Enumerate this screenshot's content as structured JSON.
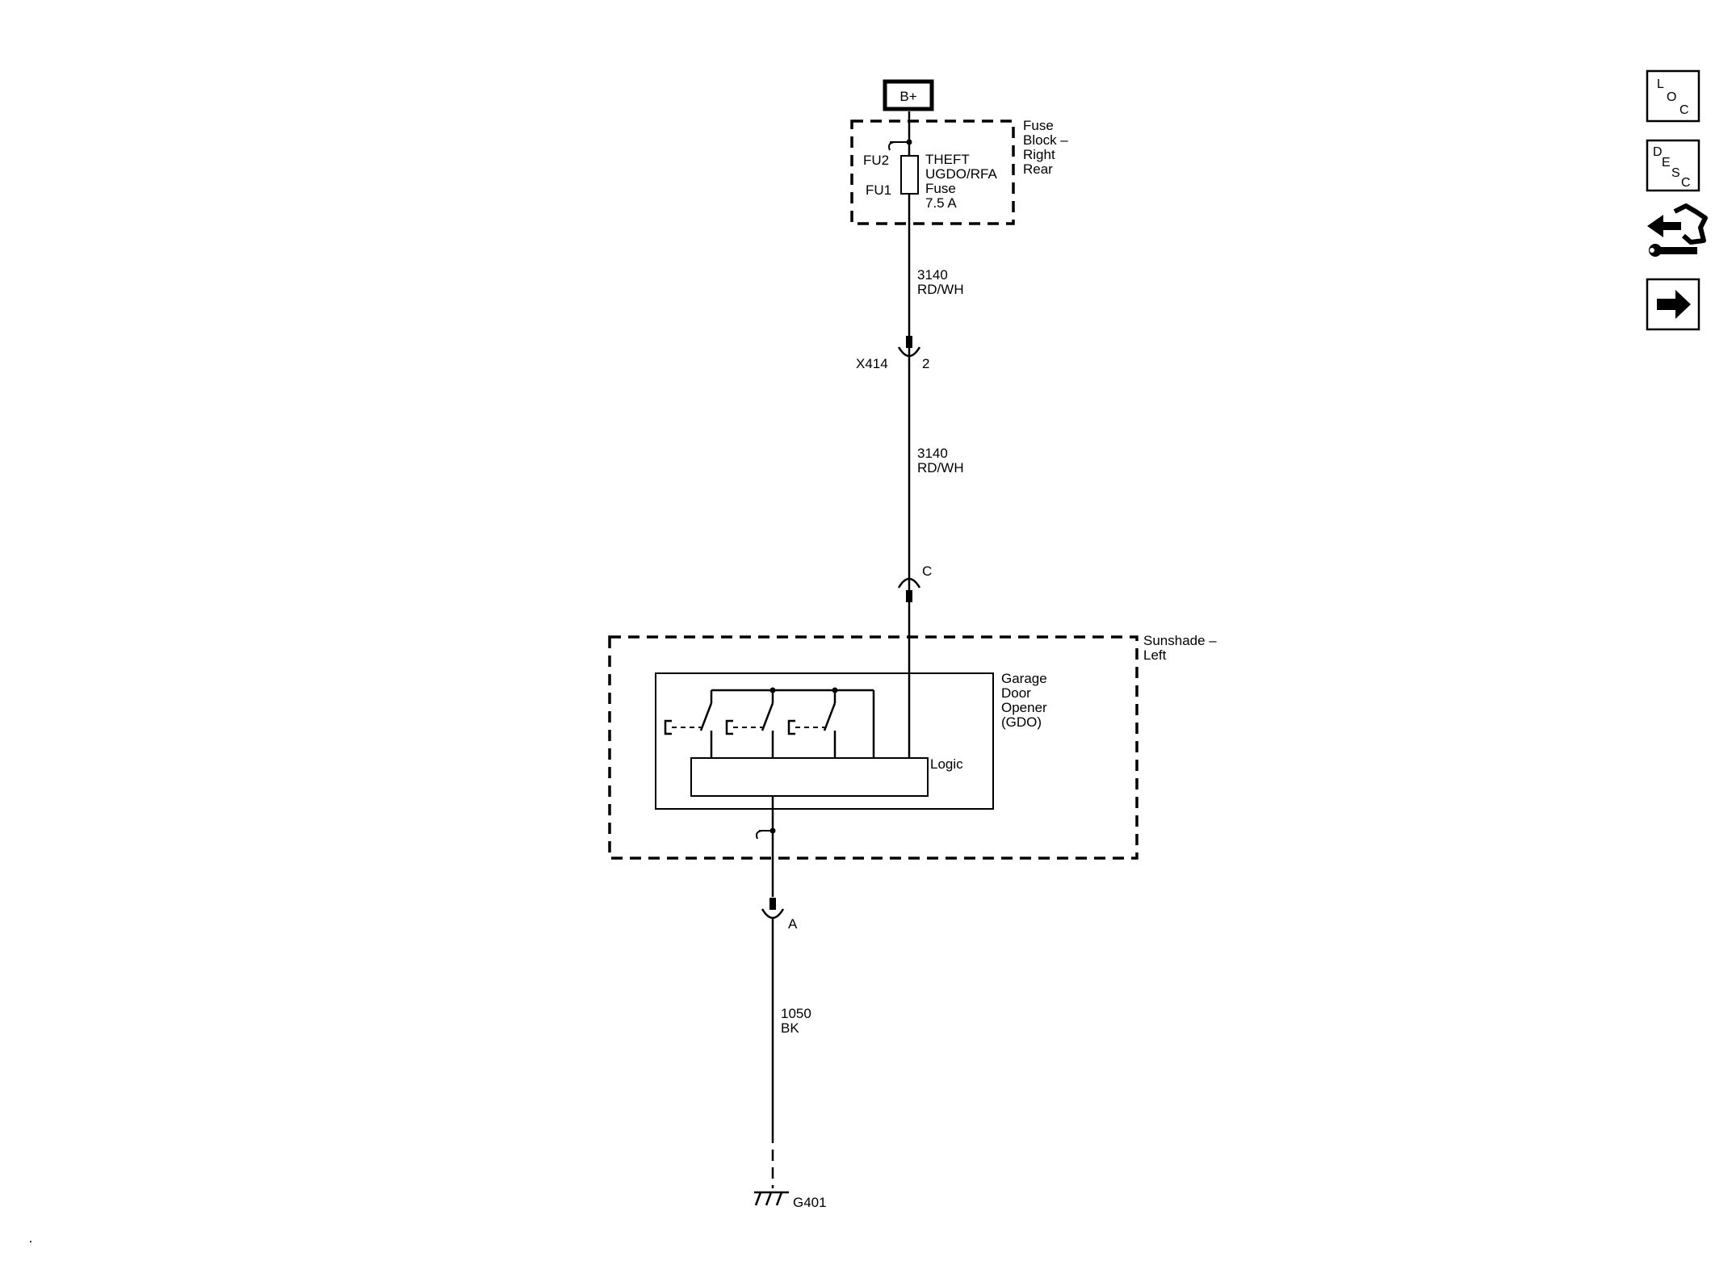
{
  "power_source": "B+",
  "fuse_block": {
    "label_lines": [
      "Fuse",
      "Block –",
      "Right",
      "Rear"
    ],
    "terminal_top": "FU2",
    "terminal_bottom": "FU1",
    "fuse_lines": [
      "THEFT",
      "UGDO/RFA",
      "Fuse",
      "7.5 A"
    ]
  },
  "wire_1": {
    "circuit": "3140",
    "color": "RD/WH"
  },
  "connector_x414": {
    "name": "X414",
    "pin": "2"
  },
  "wire_2": {
    "circuit": "3140",
    "color": "RD/WH"
  },
  "connector_c": {
    "pin": "C"
  },
  "sunshade": {
    "label_lines": [
      "Sunshade –",
      "Left"
    ]
  },
  "gdo": {
    "label_lines": [
      "Garage",
      "Door",
      "Opener",
      "(GDO)"
    ],
    "logic_label": "Logic",
    "switch_count": 3
  },
  "connector_a": {
    "pin": "A"
  },
  "wire_3": {
    "circuit": "1050",
    "color": "BK"
  },
  "ground": {
    "name": "G401"
  },
  "side_nav": [
    {
      "name": "loc-button",
      "letters": [
        "L",
        "O",
        "C"
      ]
    },
    {
      "name": "desc-button",
      "letters": [
        "D",
        "E",
        "S",
        "C"
      ]
    },
    {
      "name": "connector-wrench-icon"
    },
    {
      "name": "next-arrow-icon"
    }
  ]
}
